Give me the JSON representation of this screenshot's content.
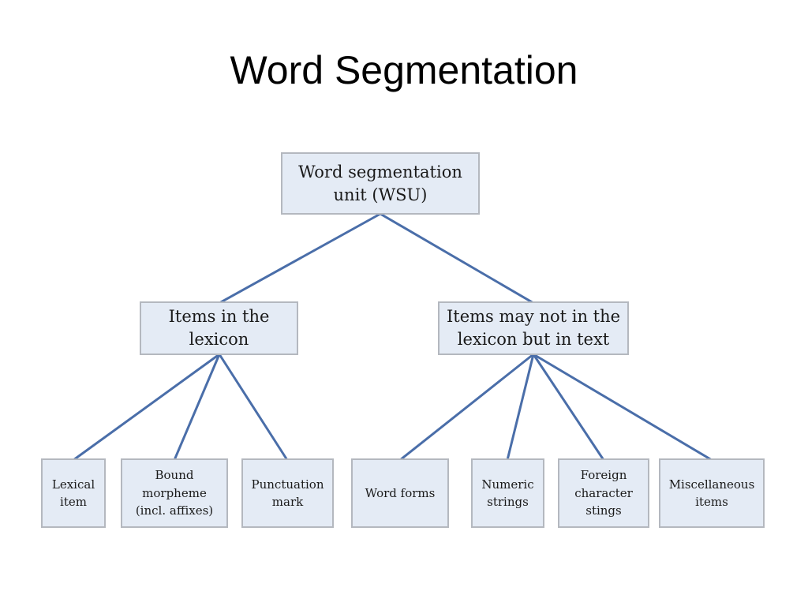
{
  "title": "Word Segmentation",
  "colors": {
    "node_fill": "#e4ebf5",
    "node_border": "#b4b8bf",
    "edge": "#4a6ea9"
  },
  "diagram": {
    "root": {
      "label": "Word segmentation\nunit (WSU)"
    },
    "branches": [
      {
        "label": "Items in the\nlexicon",
        "children": [
          {
            "label": "Lexical\nitem"
          },
          {
            "label": "Bound\nmorpheme\n(incl. affixes)"
          },
          {
            "label": "Punctuation\nmark"
          }
        ]
      },
      {
        "label": "Items may not in the\nlexicon but in text",
        "children": [
          {
            "label": "Word forms"
          },
          {
            "label": "Numeric\nstrings"
          },
          {
            "label": "Foreign\ncharacter\nstings"
          },
          {
            "label": "Miscellaneous\nitems"
          }
        ]
      }
    ]
  }
}
